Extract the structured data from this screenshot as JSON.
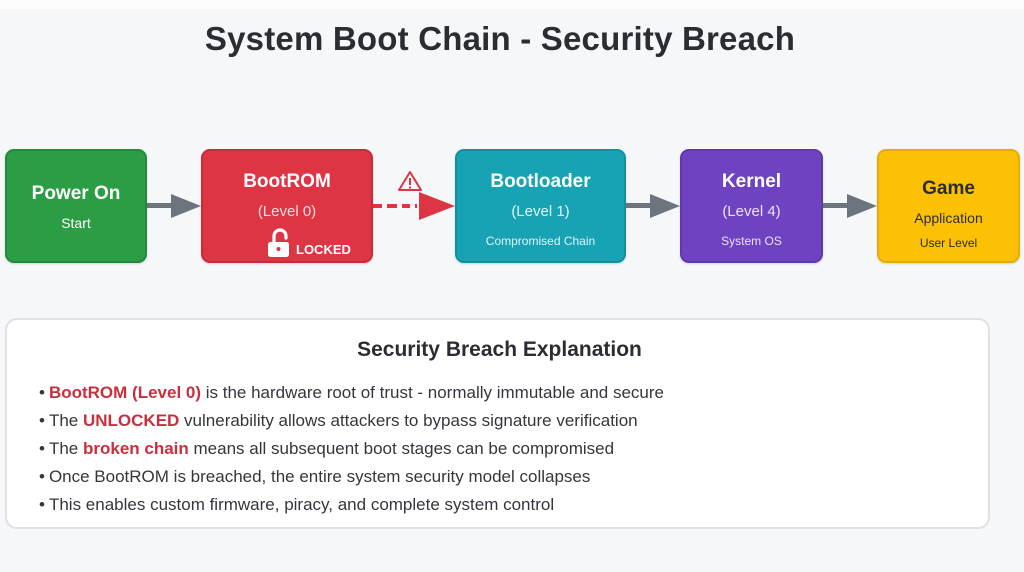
{
  "title": "System Boot Chain - Security Breach",
  "colors": {
    "power": "#2a9d45",
    "bootrom": "#de3545",
    "bootloader": "#17a3b4",
    "kernel": "#6f42c1",
    "game": "#fcc005",
    "arrow": "#6c757d",
    "breach": "#de3545",
    "highlight": "#c8303d"
  },
  "nodes": [
    {
      "id": "power",
      "title": "Power On",
      "subtitle": "Start"
    },
    {
      "id": "bootrom",
      "title": "BootROM",
      "subtitle": "(Level 0)",
      "badge": {
        "icon": "unlocked-padlock-icon",
        "label": "LOCKED"
      }
    },
    {
      "id": "bootloader",
      "title": "Bootloader",
      "subtitle": "(Level 1)",
      "description": "Compromised Chain"
    },
    {
      "id": "kernel",
      "title": "Kernel",
      "subtitle": "(Level 4)",
      "description": "System OS"
    },
    {
      "id": "game",
      "title": "Game",
      "subtitle": "Application",
      "description": "User Level"
    }
  ],
  "edges": [
    {
      "from": "power",
      "to": "bootrom",
      "style": "solid"
    },
    {
      "from": "bootrom",
      "to": "bootloader",
      "style": "dashed-breach",
      "icon": "warning-triangle-icon"
    },
    {
      "from": "bootloader",
      "to": "kernel",
      "style": "solid"
    },
    {
      "from": "kernel",
      "to": "game",
      "style": "solid"
    }
  ],
  "explanation": {
    "title": "Security Breach Explanation",
    "bullet": "•",
    "items": [
      {
        "highlight": "BootROM (Level 0)",
        "before": "",
        "after": " is the hardware root of trust - normally immutable and secure"
      },
      {
        "before": "The ",
        "highlight": "UNLOCKED",
        "after": " vulnerability allows attackers to bypass signature verification"
      },
      {
        "before": "The ",
        "highlight": "broken chain",
        "after": " means all subsequent boot stages can be compromised"
      },
      {
        "before": "Once BootROM is breached, the entire system security model collapses",
        "highlight": "",
        "after": ""
      },
      {
        "before": "This enables custom firmware, piracy, and complete system control",
        "highlight": "",
        "after": ""
      }
    ]
  }
}
